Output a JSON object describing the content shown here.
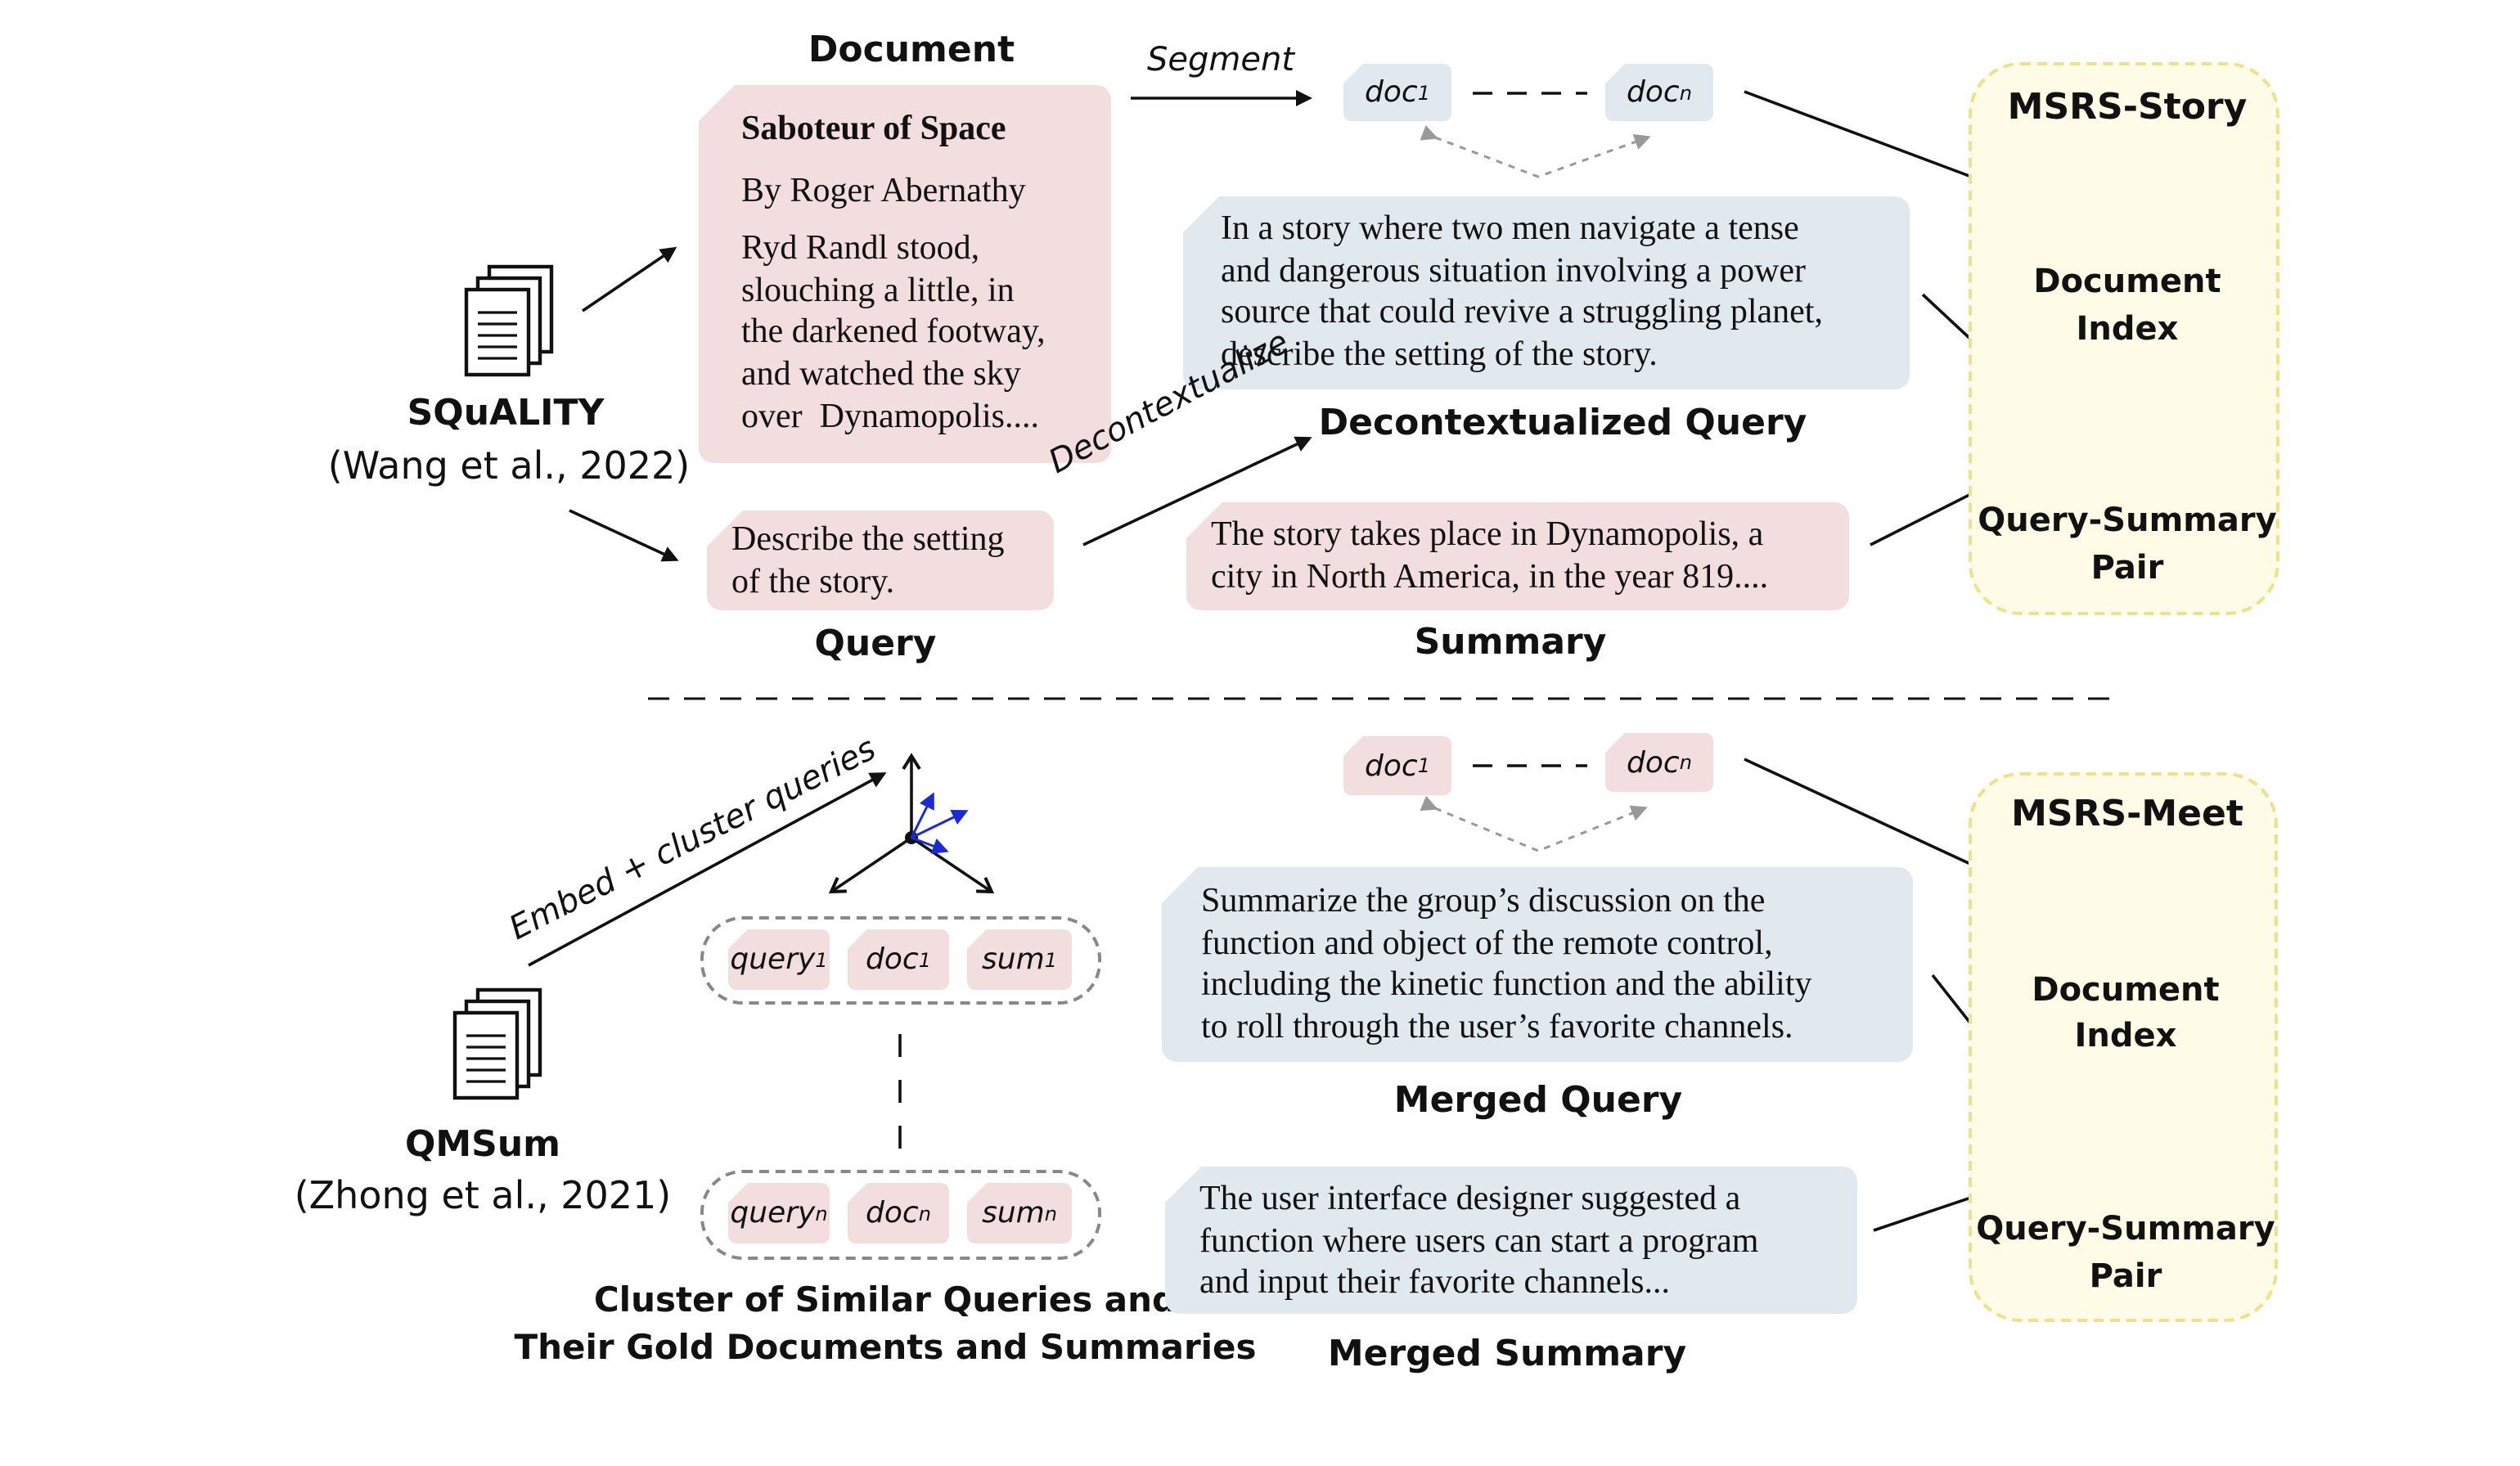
{
  "top": {
    "document_label": "Document",
    "document": {
      "title": "Saboteur of Space",
      "author": "By Roger Abernathy",
      "lines": [
        "Ryd Randl stood,",
        "slouching a little, in",
        "the darkened footway,",
        "and watched the sky",
        "over  Dynamopolis...."
      ]
    },
    "segment_label": "Segment",
    "doc_first": "doc",
    "doc_first_sub": "1",
    "doc_last": "doc",
    "doc_last_sub": "n",
    "decontextualized_query": [
      "In a story where two men navigate a tense",
      "and dangerous situation involving a power",
      "source that could revive a struggling planet,",
      "describe the setting of the story."
    ],
    "decontextualized_query_label": "Decontextualized Query",
    "decontextualize_label": "Decontextualize",
    "query": [
      "Describe the setting",
      "of the story."
    ],
    "query_label": "Query",
    "summary": [
      "The story takes place in Dynamopolis, a",
      "city in North America, in the year 819...."
    ],
    "summary_label": "Summary",
    "source_name": "SQuALITY",
    "source_cite": "(Wang et al., 2022)",
    "output": {
      "title": "MSRS-Story",
      "index": [
        "Document",
        "Index"
      ],
      "pair": [
        "Query-Summary",
        "Pair"
      ]
    }
  },
  "bottom": {
    "embed_label": "Embed + cluster queries",
    "clusters": [
      {
        "query": "query",
        "doc": "doc",
        "sum": "sum",
        "sub": "1"
      },
      {
        "query": "query",
        "doc": "doc",
        "sum": "sum",
        "sub": "n"
      }
    ],
    "cluster_label": [
      "Cluster of Similar Queries and",
      "Their Gold Documents and Summaries"
    ],
    "source_name": "QMSum",
    "source_cite": "(Zhong et al., 2021)",
    "doc_first": "doc",
    "doc_first_sub": "1",
    "doc_last": "doc",
    "doc_last_sub": "n",
    "merged_query": [
      "Summarize the group’s discussion on the",
      "function and object of the remote control,",
      "including the kinetic function and the ability",
      "to roll through the user’s favorite channels."
    ],
    "merged_query_label": "Merged Query",
    "merged_summary": [
      "The user interface designer suggested a",
      "function where users can start a program",
      "and input their favorite channels..."
    ],
    "merged_summary_label": "Merged Summary",
    "output": {
      "title": "MSRS-Meet",
      "index": [
        "Document",
        "Index"
      ],
      "pair": [
        "Query-Summary",
        "Pair"
      ]
    }
  },
  "colors": {
    "pink": "#f2dede",
    "blue": "#e1e9ef",
    "yellow": "#fefbe7",
    "vector": "#1a2bd6"
  }
}
